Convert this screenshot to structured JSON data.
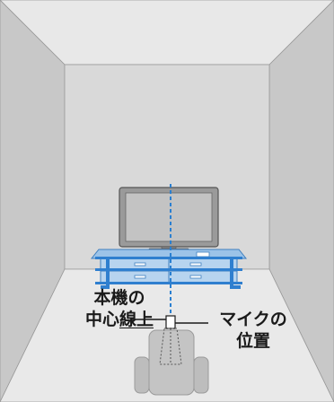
{
  "labels": {
    "center_line_top": "本機の",
    "center_line_bottom_prefix": "中心",
    "center_line_bottom_underlined": "線上",
    "mic_position_top": "マイクの",
    "mic_position_bottom": "位置"
  },
  "colors": {
    "back_wall": "#d8d8d8",
    "side_wall": "#c4c4c4",
    "ceiling": "#e6e6e6",
    "floor": "#e4e4e4",
    "rack_blue": "#5b9bd5",
    "center_line_blue": "#2a7fd0",
    "tv_frame": "#8a8a8a",
    "tv_screen": "#b9b9b9",
    "chair": "#c2c2c2"
  },
  "icons": {
    "tv": "television-icon",
    "rack": "tv-rack-icon",
    "chair": "listening-chair-icon",
    "mic": "microphone-icon"
  }
}
